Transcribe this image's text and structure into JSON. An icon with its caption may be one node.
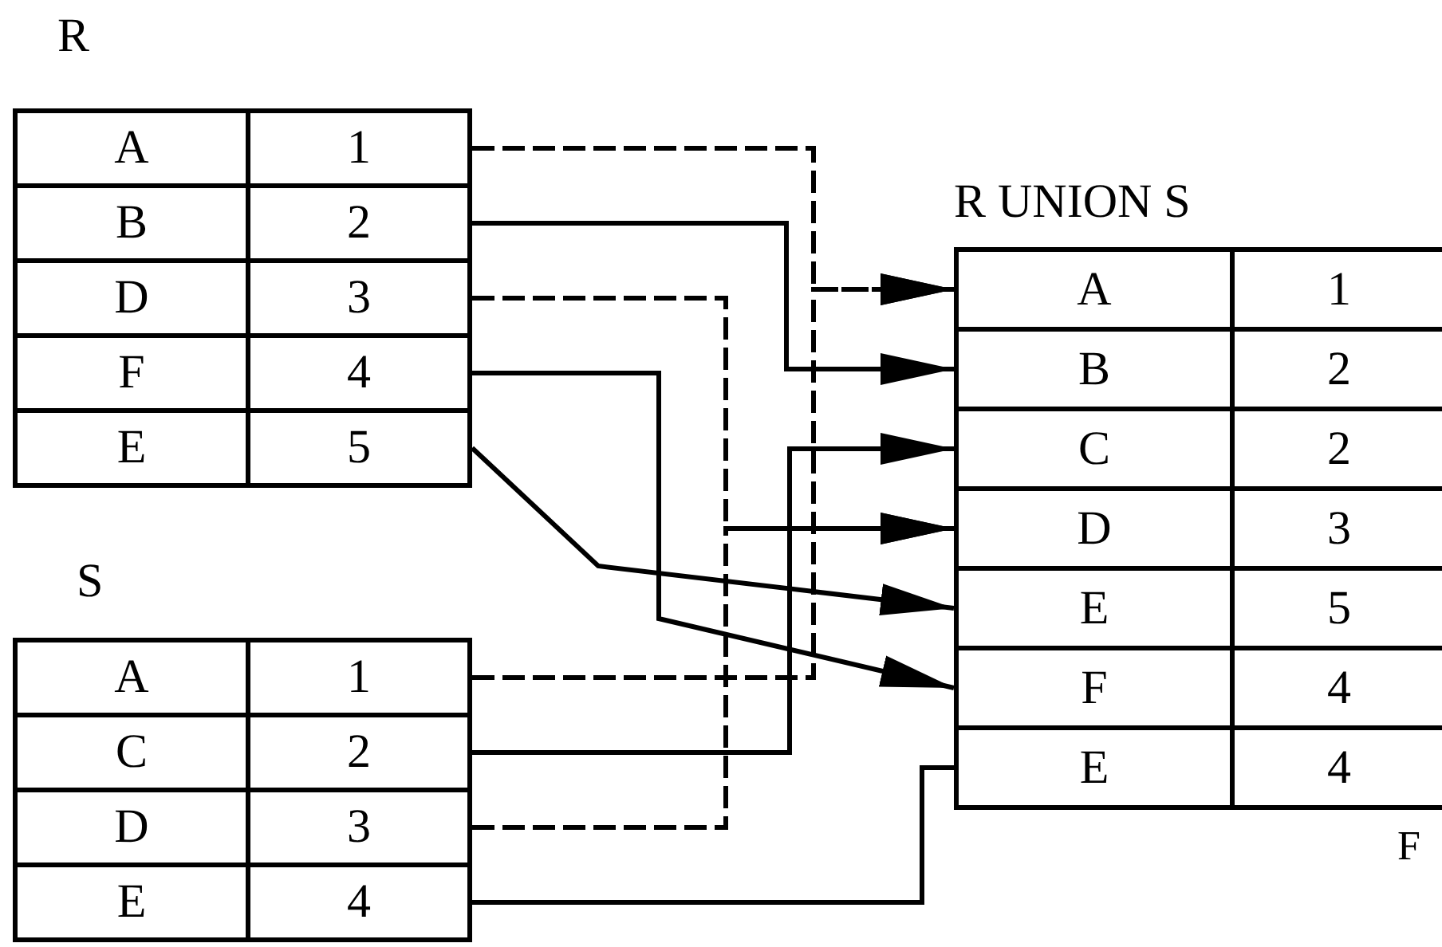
{
  "diagram": {
    "nodes": [
      {
        "text": [
          "R"
        ]
      },
      {
        "text": [
          "A",
          "1"
        ],
        "in": 0
      },
      {
        "text": [
          "B",
          "2"
        ],
        "in": 0
      },
      {
        "text": [
          "D",
          "3"
        ],
        "in": 0
      },
      {
        "text": [
          "F",
          "4"
        ],
        "in": 0
      },
      {
        "text": [
          "E",
          "5"
        ],
        "in": 0
      },
      {
        "text": [
          "S"
        ]
      },
      {
        "text": [
          "A",
          "1"
        ],
        "in": 6
      },
      {
        "text": [
          "C",
          "2"
        ],
        "in": 6
      },
      {
        "text": [
          "D",
          "3"
        ],
        "in": 6
      },
      {
        "text": [
          "E",
          "4"
        ],
        "in": 6
      },
      {
        "text": [
          "R UNION S"
        ]
      },
      {
        "text": [
          "A",
          "1"
        ],
        "in": 11
      },
      {
        "text": [
          "B",
          "2"
        ],
        "in": 11
      },
      {
        "text": [
          "C",
          "2"
        ],
        "in": 11
      },
      {
        "text": [
          "D",
          "3"
        ],
        "in": 11
      },
      {
        "text": [
          "E",
          "5"
        ],
        "in": 11
      },
      {
        "text": [
          "F",
          "4"
        ],
        "in": 11
      },
      {
        "text": [
          "E",
          "4"
        ],
        "in": 11
      }
    ],
    "edges": [
      {
        "from": 1,
        "to": 12,
        "arrow": "to",
        "style": "dashed"
      },
      {
        "from": 2,
        "to": 13,
        "arrow": "to"
      },
      {
        "from": 3,
        "to": 15,
        "arrow": "to",
        "style": "dashed"
      },
      {
        "from": 4,
        "to": 17,
        "arrow": "to"
      },
      {
        "from": 5,
        "to": 16,
        "arrow": "to"
      },
      {
        "from": 7,
        "to": 12,
        "arrow": "to",
        "style": "dashed"
      },
      {
        "from": 8,
        "to": 14,
        "arrow": "to"
      },
      {
        "from": 9,
        "to": 15,
        "arrow": "to",
        "style": "dashed"
      },
      {
        "from": 10,
        "to": 18,
        "arrow": "none"
      }
    ],
    "labels": [
      "F"
    ]
  }
}
